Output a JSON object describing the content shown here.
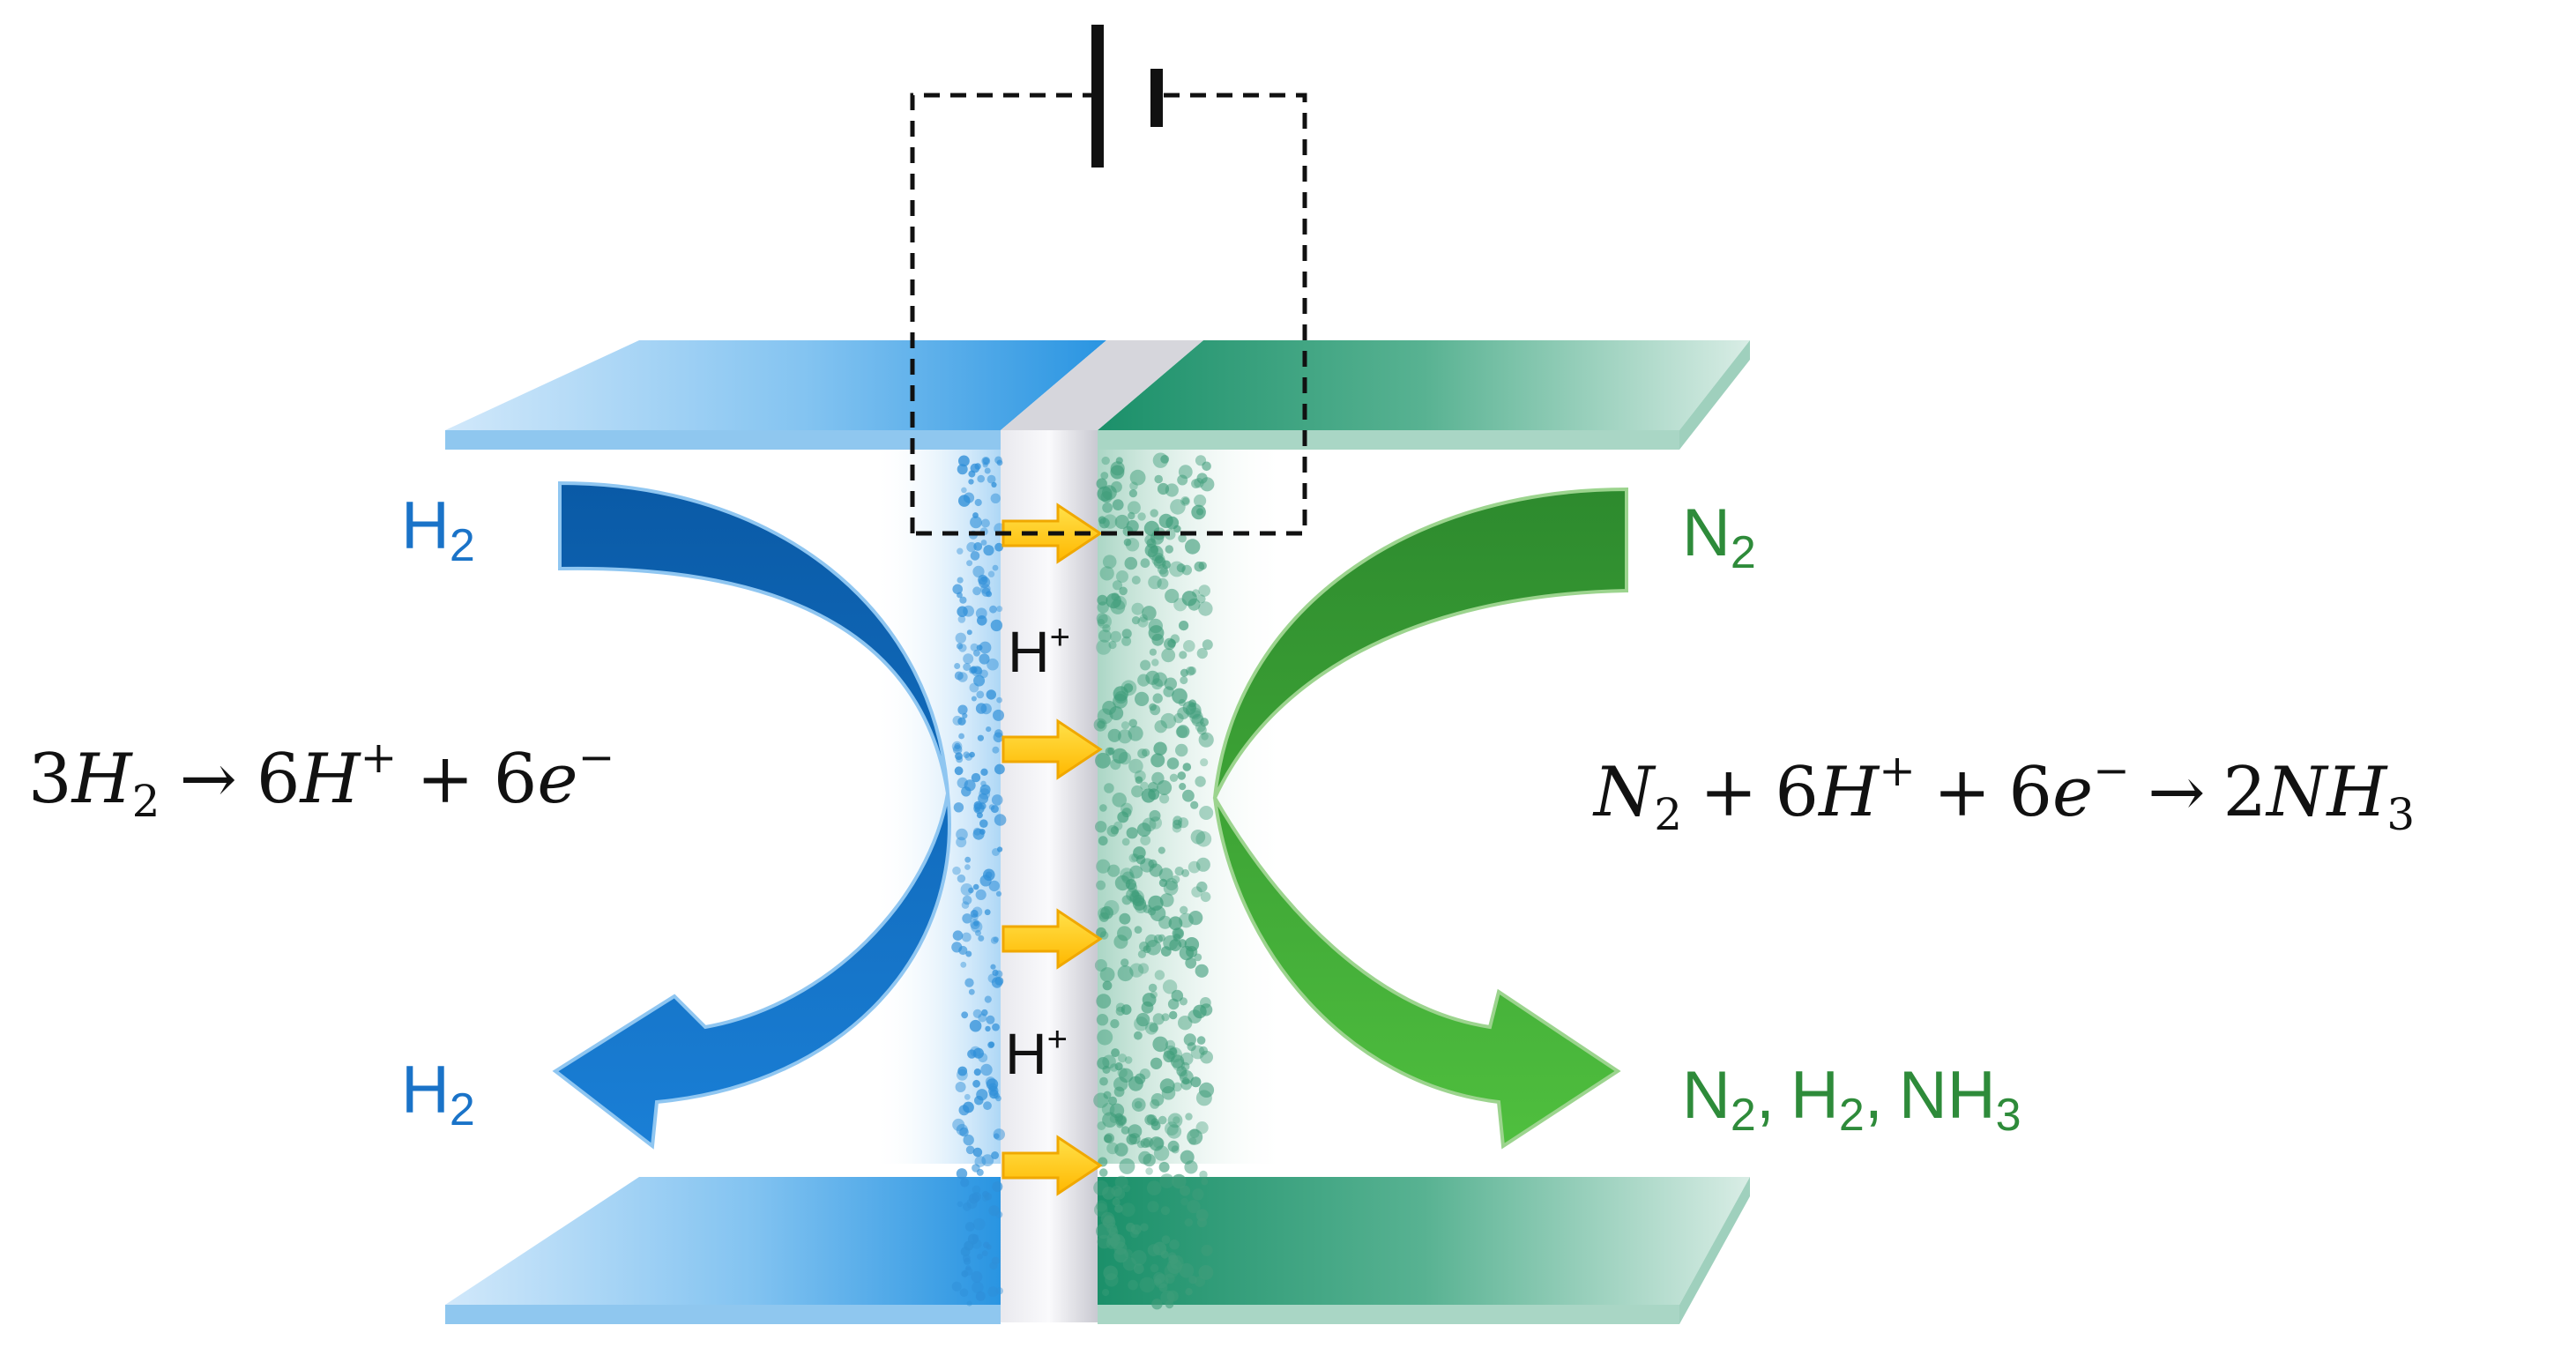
{
  "colors": {
    "anode_blue": "#1e8fe0",
    "cathode_green": "#1a9670",
    "h2_label": "#1a73c8",
    "product_label": "#2e8b3a",
    "proton_arrow": "#ffd200",
    "circuit": "#111111"
  },
  "anode": {
    "inlet": {
      "base": "H",
      "sub": "2"
    },
    "outlet": {
      "base": "H",
      "sub": "2"
    },
    "equation": {
      "coef1": "3",
      "h": "H",
      "sub2": "2",
      "arrow": "→",
      "coef6": "6",
      "h2": "H",
      "sup_plus": "+",
      "plus": "+",
      "coef6b": "6",
      "e": "e",
      "sup_minus": "−"
    }
  },
  "cathode": {
    "inlet": {
      "base": "N",
      "sub": "2"
    },
    "outlet": {
      "n": "N",
      "n_sub": "2",
      "sep1": ",",
      "h": "H",
      "h_sub": "2",
      "sep2": ",",
      "nh": "NH",
      "nh_sub": "3"
    },
    "equation": {
      "n": "N",
      "n_sub": "2",
      "plus1": "+",
      "coef6": "6",
      "h": "H",
      "sup_plus": "+",
      "plus2": "+",
      "coef6b": "6",
      "e": "e",
      "sup_minus": "−",
      "arrow": "→",
      "coef2": "2",
      "nh": "NH",
      "nh_sub": "3"
    }
  },
  "membrane": {
    "ion_labels": [
      {
        "base": "H",
        "sup": "+"
      },
      {
        "base": "H",
        "sup": "+"
      }
    ],
    "proton_arrow_count": 4
  },
  "circuit": {
    "icon": "battery-icon",
    "style": "dashed"
  }
}
